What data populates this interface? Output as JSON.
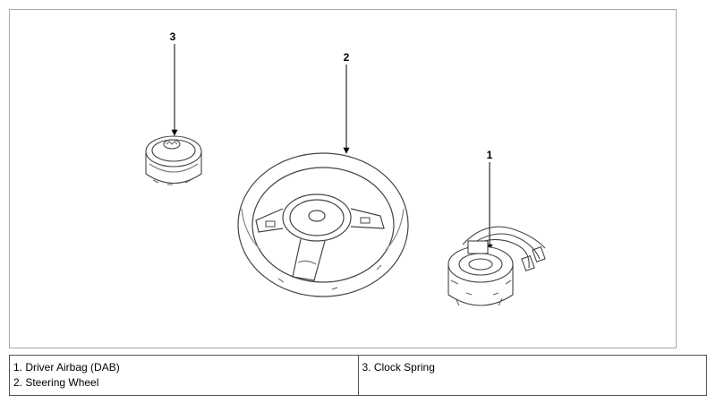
{
  "callouts": {
    "airbag": "3",
    "steering_wheel": "2",
    "clock_spring": "1"
  },
  "legend": {
    "left": [
      "1. Driver Airbag (DAB)",
      "2. Steering Wheel"
    ],
    "right": [
      "3. Clock Spring"
    ]
  }
}
